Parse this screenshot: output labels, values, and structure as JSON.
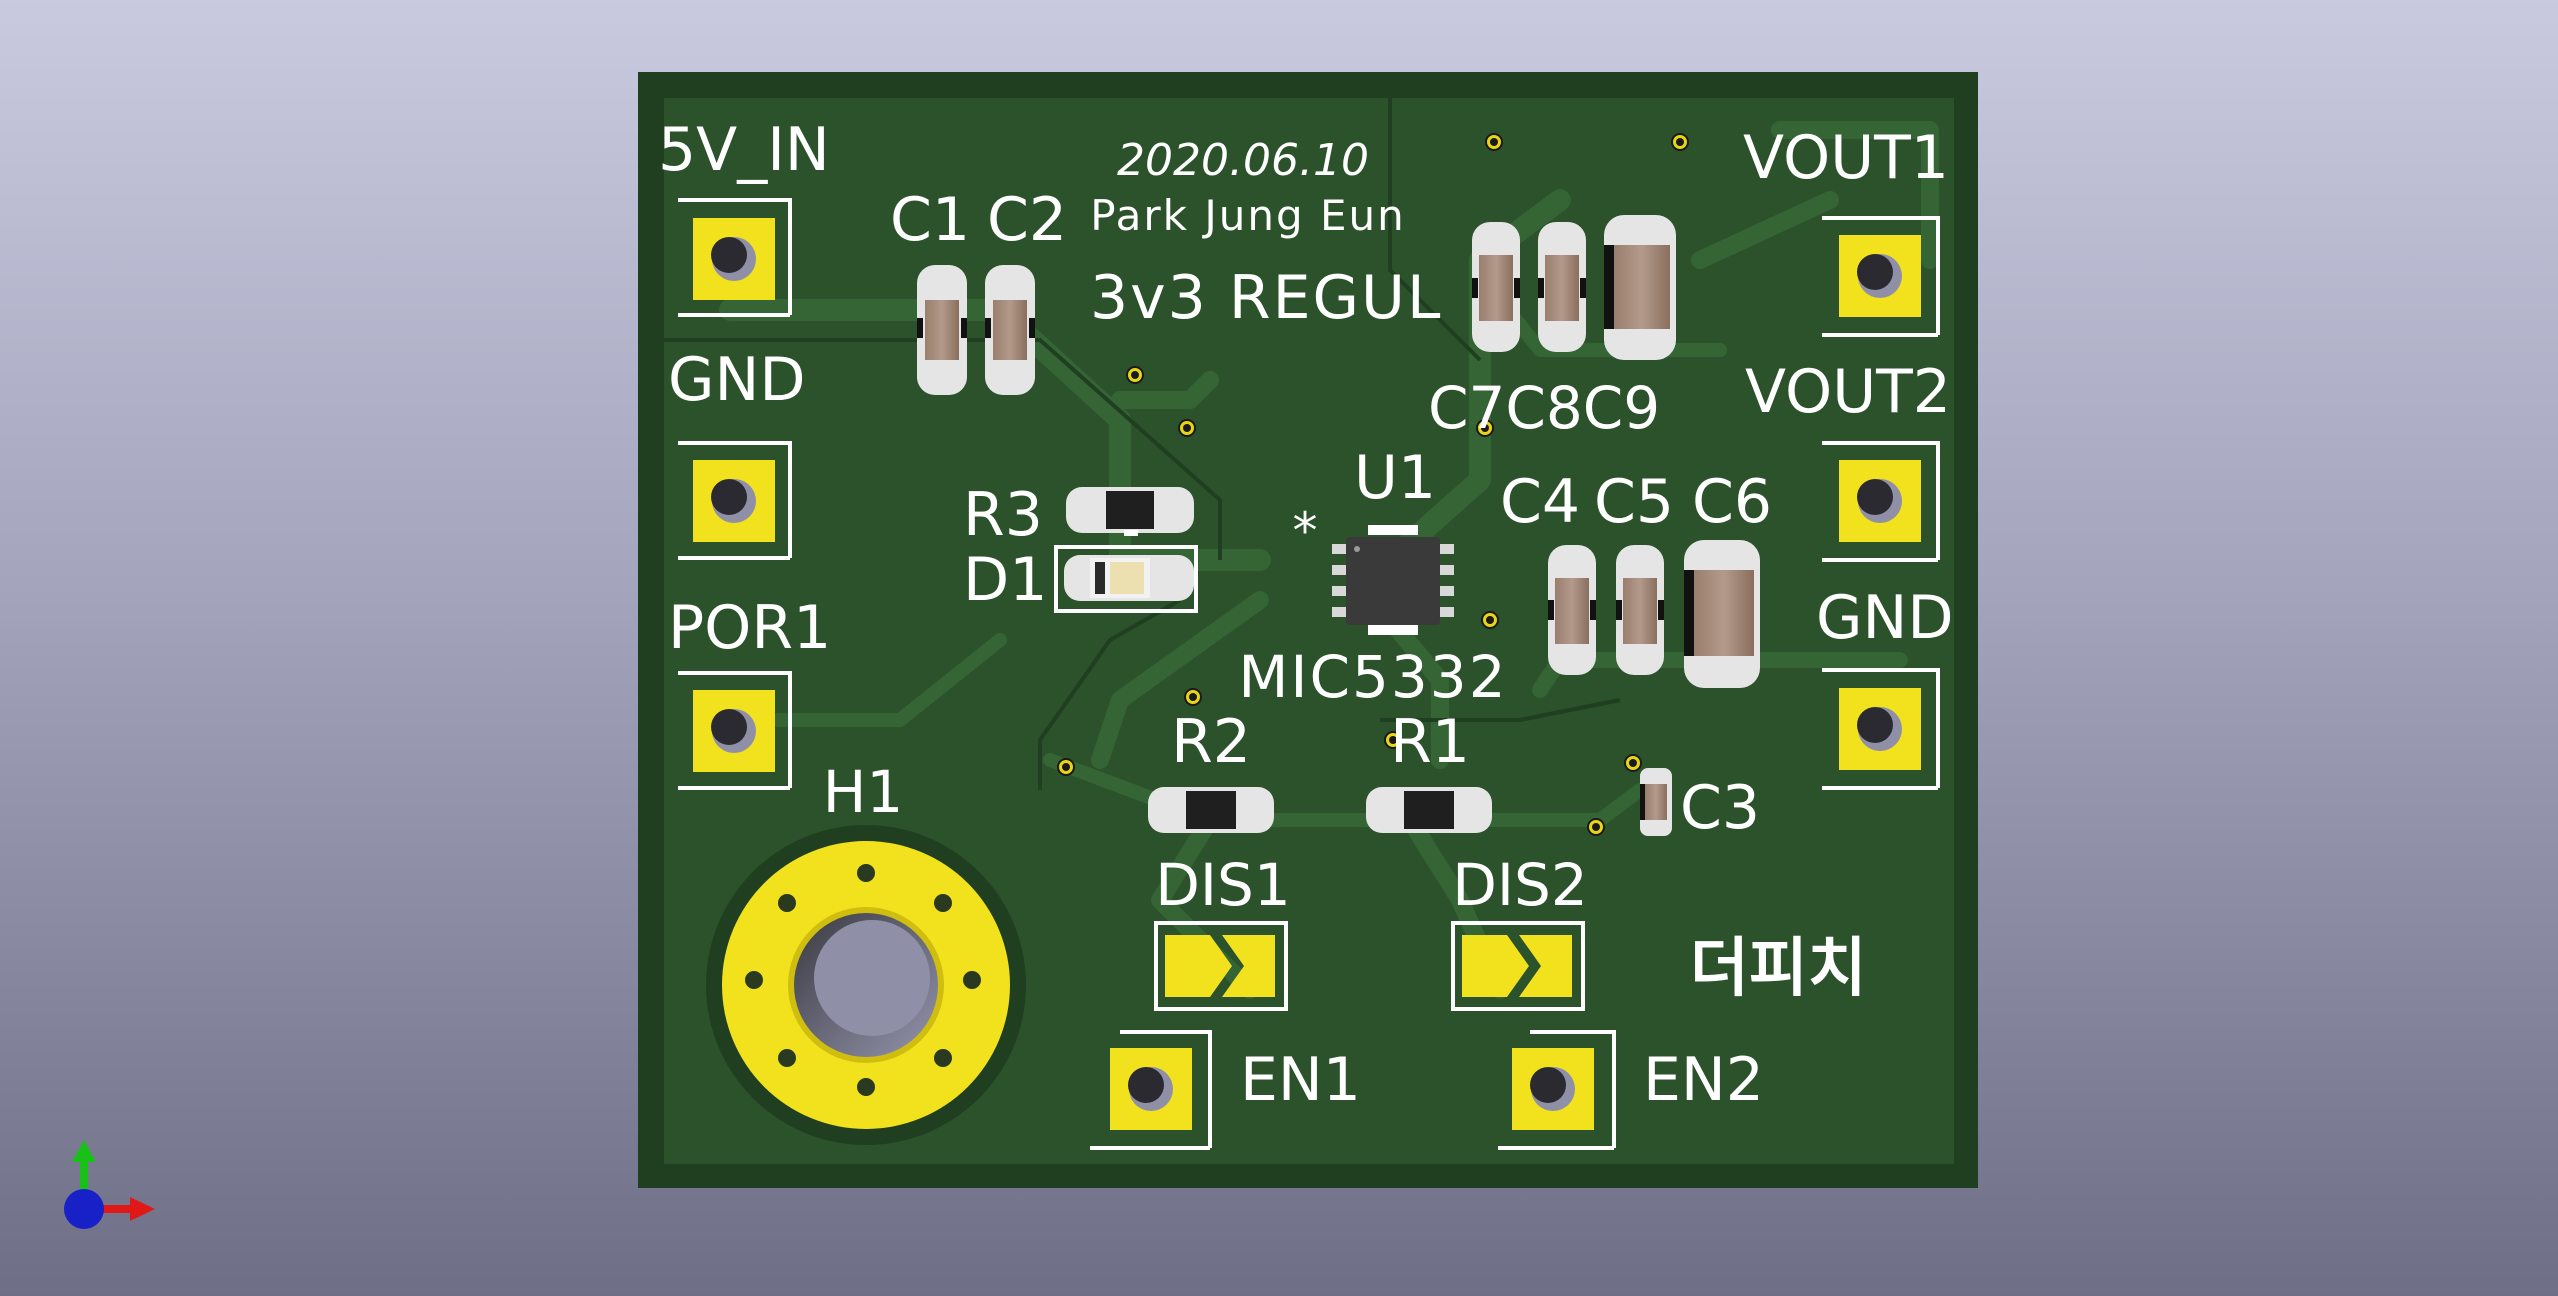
{
  "board": {
    "date": "2020.06.10",
    "author": "Park Jung Eun",
    "title": "3v3 REGUL",
    "logo": "더피치"
  },
  "connectors": {
    "in_5v": "5V_IN",
    "gnd_left": "GND",
    "por": "POR1",
    "vout1": "VOUT1",
    "vout2": "VOUT2",
    "gnd_right": "GND",
    "en1": "EN1",
    "en2": "EN2"
  },
  "components": {
    "c1": "C1",
    "c2": "C2",
    "c3": "C3",
    "c4": "C4",
    "c5": "C5",
    "c6": "C6",
    "c789": "C7C8C9",
    "r1": "R1",
    "r2": "R2",
    "r3": "R3",
    "d1": "D1",
    "u1": "U1",
    "u1_pin1_marker": "*",
    "u1_value": "MIC5332",
    "h1": "H1",
    "dis1": "DIS1",
    "dis2": "DIS2"
  },
  "colors": {
    "board_green": "#2a4f2a",
    "pad_gold": "#f2e21e",
    "silkscreen": "#ffffff",
    "background_top": "#c9c9df",
    "background_bottom": "#6e6f86"
  },
  "axes_gizmo": {
    "x_color": "#e01818",
    "y_color": "#18c018",
    "z_color": "#1820c8"
  }
}
